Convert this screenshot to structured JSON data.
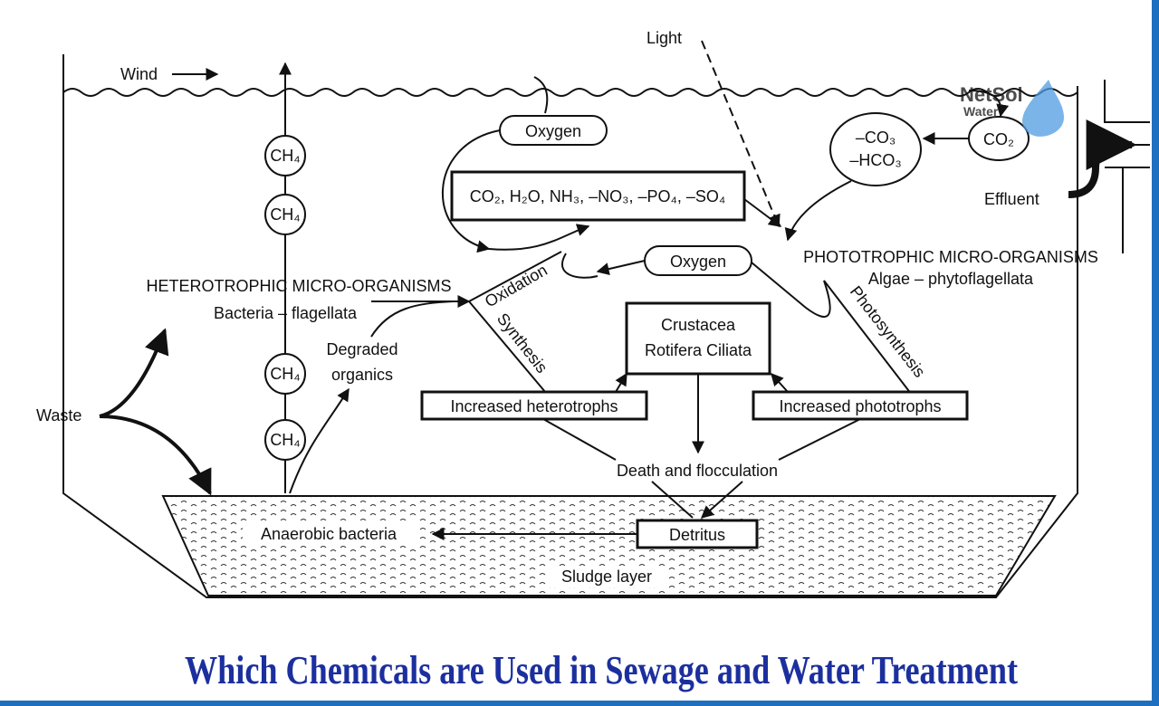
{
  "diagram": {
    "labels": {
      "light": "Light",
      "wind": "Wind",
      "oxygen_top": "Oxygen",
      "oxygen_mid": "Oxygen",
      "nutrients": "CO₂, H₂O, NH₃, –NO₃, –PO₄, –SO₄",
      "co3": "–CO₃",
      "hco3": "–HCO₃",
      "co2": "CO₂",
      "effluent": "Effluent",
      "phototrophic": "PHOTOTROPHIC MICRO-ORGANISMS",
      "algae": "Algae – phytoflagellata",
      "heterotrophic": "HETEROTROPHIC MICRO-ORGANISMS",
      "bacteria": "Bacteria – flagellata",
      "oxidation": "Oxidation",
      "synthesis": "Synthesis",
      "photosynthesis": "Photosynthesis",
      "crustacea": "Crustacea",
      "rotifera": "Rotifera Ciliata",
      "degraded": "Degraded",
      "organics": "organics",
      "inc_hetero": "Increased heterotrophs",
      "inc_photo": "Increased phototrophs",
      "death": "Death and flocculation",
      "waste": "Waste",
      "anaerobic": "Anaerobic bacteria",
      "detritus": "Detritus",
      "sludge": "Sludge layer",
      "ch4": [
        "CH₄",
        "CH₄",
        "CH₄",
        "CH₄"
      ]
    },
    "title": "Which Chemicals are Used in Sewage and Water Treatment",
    "watermark": "NetSol Water",
    "colors": {
      "title": "#1c2f9e",
      "frame": "#1f6fc0"
    }
  }
}
